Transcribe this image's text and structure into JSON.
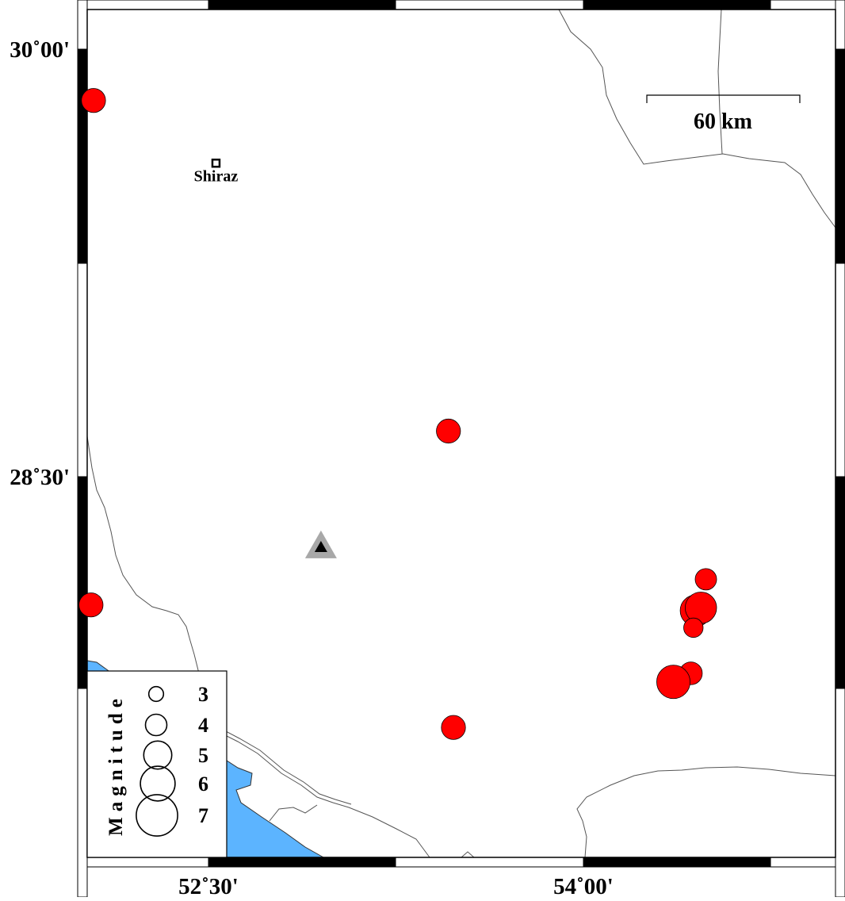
{
  "map": {
    "lat_labels": [
      {
        "lat": 30.0,
        "text": "30˚00'"
      },
      {
        "lat": 28.5,
        "text": "28˚30'"
      }
    ],
    "lon_labels": [
      {
        "lon": 52.5,
        "text": "52˚30'"
      },
      {
        "lon": 54.0,
        "text": "54˚00'"
      }
    ],
    "scale_bar": {
      "label": "60 km"
    },
    "city": {
      "name": "Shiraz",
      "lon": 52.53,
      "lat": 29.6
    },
    "station": {
      "lon": 52.95,
      "lat": 28.25,
      "outer_color": "#a8a8a8",
      "inner_color": "#000000"
    },
    "colors": {
      "sea": "#5cb4ff",
      "event": "#ff0000",
      "border": "#555555"
    },
    "events": [
      {
        "lon": 52.04,
        "lat": 29.82,
        "mag": 4.4
      },
      {
        "lon": 53.46,
        "lat": 28.66,
        "mag": 4.4
      },
      {
        "lon": 52.03,
        "lat": 28.05,
        "mag": 4.4
      },
      {
        "lon": 54.49,
        "lat": 28.14,
        "mag": 4.0
      },
      {
        "lon": 54.45,
        "lat": 28.03,
        "mag": 5.5
      },
      {
        "lon": 54.47,
        "lat": 28.04,
        "mag": 5.5
      },
      {
        "lon": 54.44,
        "lat": 27.97,
        "mag": 3.7
      },
      {
        "lon": 54.43,
        "lat": 27.81,
        "mag": 4.2
      },
      {
        "lon": 54.37,
        "lat": 27.8,
        "mag": 3.5
      },
      {
        "lon": 54.36,
        "lat": 27.78,
        "mag": 5.8
      },
      {
        "lon": 53.48,
        "lat": 27.62,
        "mag": 4.4
      },
      {
        "lon": 52.51,
        "lat": 27.31,
        "mag": 3.8
      }
    ],
    "legend": {
      "title": "Magnitude",
      "items": [
        {
          "mag": 3,
          "label": "3"
        },
        {
          "mag": 4,
          "label": "4"
        },
        {
          "mag": 5,
          "label": "5"
        },
        {
          "mag": 6,
          "label": "6"
        },
        {
          "mag": 7,
          "label": "7"
        }
      ]
    }
  }
}
